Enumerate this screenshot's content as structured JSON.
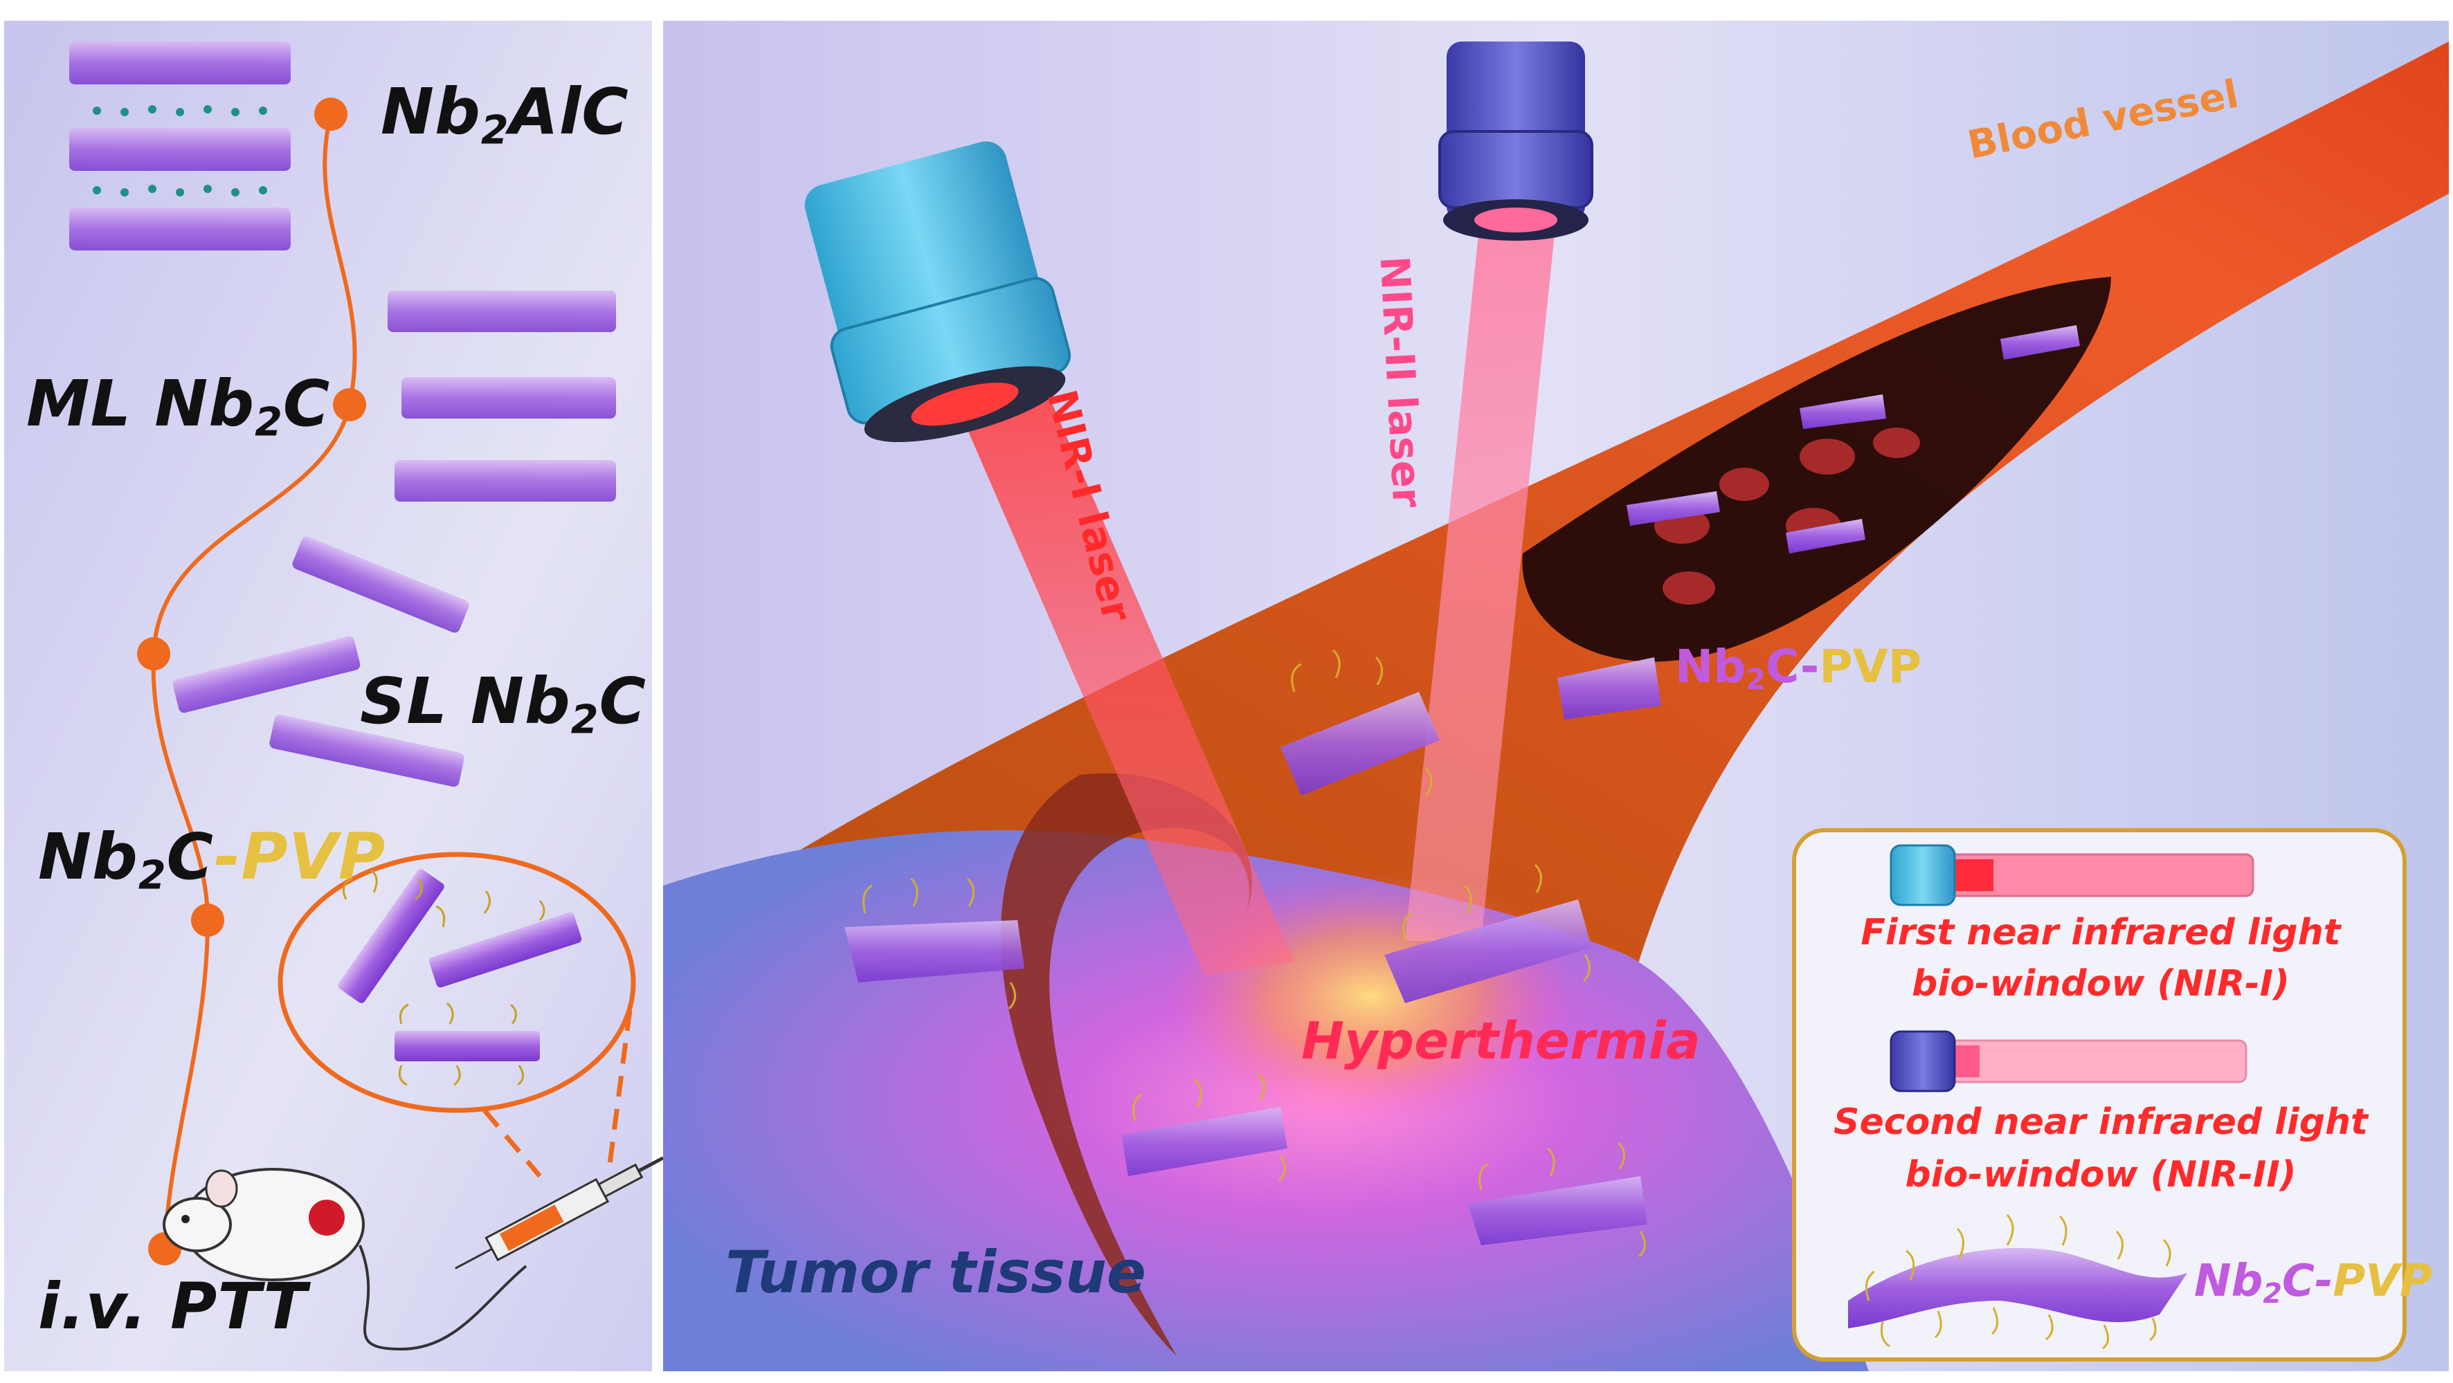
{
  "left_panel": {
    "stages": [
      {
        "pre": "Nb",
        "sub": "2",
        "post": "AlC",
        "post_accent": ""
      },
      {
        "pre": "ML Nb",
        "sub": "2",
        "post": "C",
        "post_accent": ""
      },
      {
        "pre": "SL Nb",
        "sub": "2",
        "post": "C",
        "post_accent": ""
      },
      {
        "pre": "Nb",
        "sub": "2",
        "post": "C",
        "post_accent": "-PVP"
      },
      {
        "pre": "i.v. PTT",
        "sub": "",
        "post": "",
        "post_accent": ""
      }
    ]
  },
  "right_panel": {
    "blood_vessel_label": "Blood vessel",
    "laser1_label": "NIR-I laser",
    "laser2_label": "NIR-II laser",
    "particle_label_pre": "Nb",
    "particle_label_sub": "2",
    "particle_label_post": "C-",
    "particle_label_accent": "PVP",
    "hyperthermia_label": "Hyperthermia",
    "tumor_label": "Tumor tissue"
  },
  "legend": {
    "nir1_line1": "First near infrared light",
    "nir1_line2": "bio-window  (NIR-I)",
    "nir2_line1": "Second near infrared light",
    "nir2_line2": "bio-window  (NIR-II)",
    "pvp_pre": "Nb",
    "pvp_sub": "2",
    "pvp_post": "C-",
    "pvp_accent": "PVP"
  },
  "colors": {
    "path_orange": "#ef6a1e",
    "laser1_cap": "#4cc4e8",
    "laser2_cap": "#5a5ac8",
    "beam_pink": "#ff7a9a",
    "vessel": "#d8481a",
    "tumor": "#6f7fd8",
    "nanosheet": "#a060e0",
    "legend_border": "#d4a030"
  }
}
